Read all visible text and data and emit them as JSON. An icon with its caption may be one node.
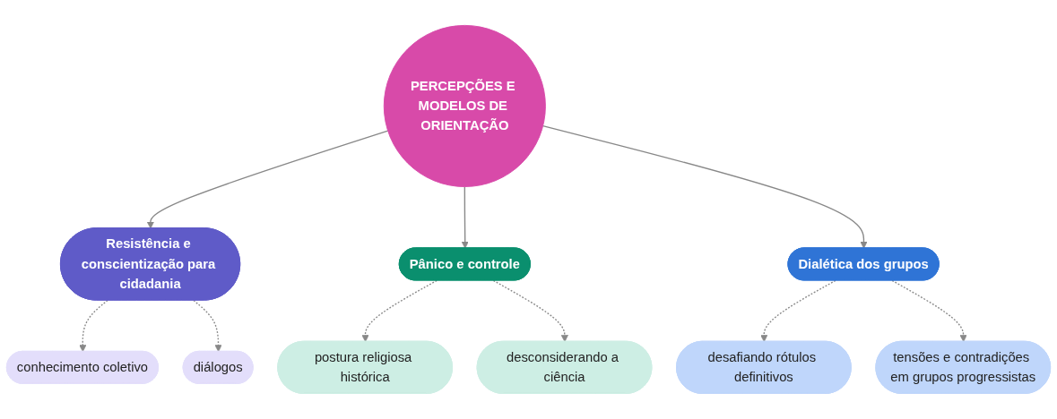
{
  "diagram": {
    "nodes": [
      {
        "text": [
          "PERCEPÇÕES E MODELOS DE ORIENTAÇÃO"
        ]
      },
      {
        "text": [
          "Resistência e conscientização para cidadania"
        ]
      },
      {
        "text": [
          "conhecimento coletivo"
        ]
      },
      {
        "text": [
          "diálogos"
        ]
      },
      {
        "text": [
          "Pânico e controle"
        ]
      },
      {
        "text": [
          "postura religiosa histórica"
        ]
      },
      {
        "text": [
          "desconsiderando a ciência"
        ]
      },
      {
        "text": [
          "Dialética dos grupos"
        ]
      },
      {
        "text": [
          "desafiando rótulos definitivos"
        ]
      },
      {
        "text": [
          "tensões e contradições em grupos progressistas"
        ]
      }
    ],
    "edges": [
      {
        "from": 0,
        "to": 1,
        "arrow": "to"
      },
      {
        "from": 1,
        "to": 2,
        "arrow": "to",
        "style": "dashed"
      },
      {
        "from": 1,
        "to": 3,
        "arrow": "to",
        "style": "dashed"
      },
      {
        "from": 0,
        "to": 4,
        "arrow": "to"
      },
      {
        "from": 4,
        "to": 5,
        "arrow": "to",
        "style": "dashed"
      },
      {
        "from": 4,
        "to": 6,
        "arrow": "to",
        "style": "dashed"
      },
      {
        "from": 0,
        "to": 7,
        "arrow": "to"
      },
      {
        "from": 7,
        "to": 8,
        "arrow": "to",
        "style": "dashed"
      },
      {
        "from": 7,
        "to": 9,
        "arrow": "to",
        "style": "dashed"
      }
    ]
  }
}
